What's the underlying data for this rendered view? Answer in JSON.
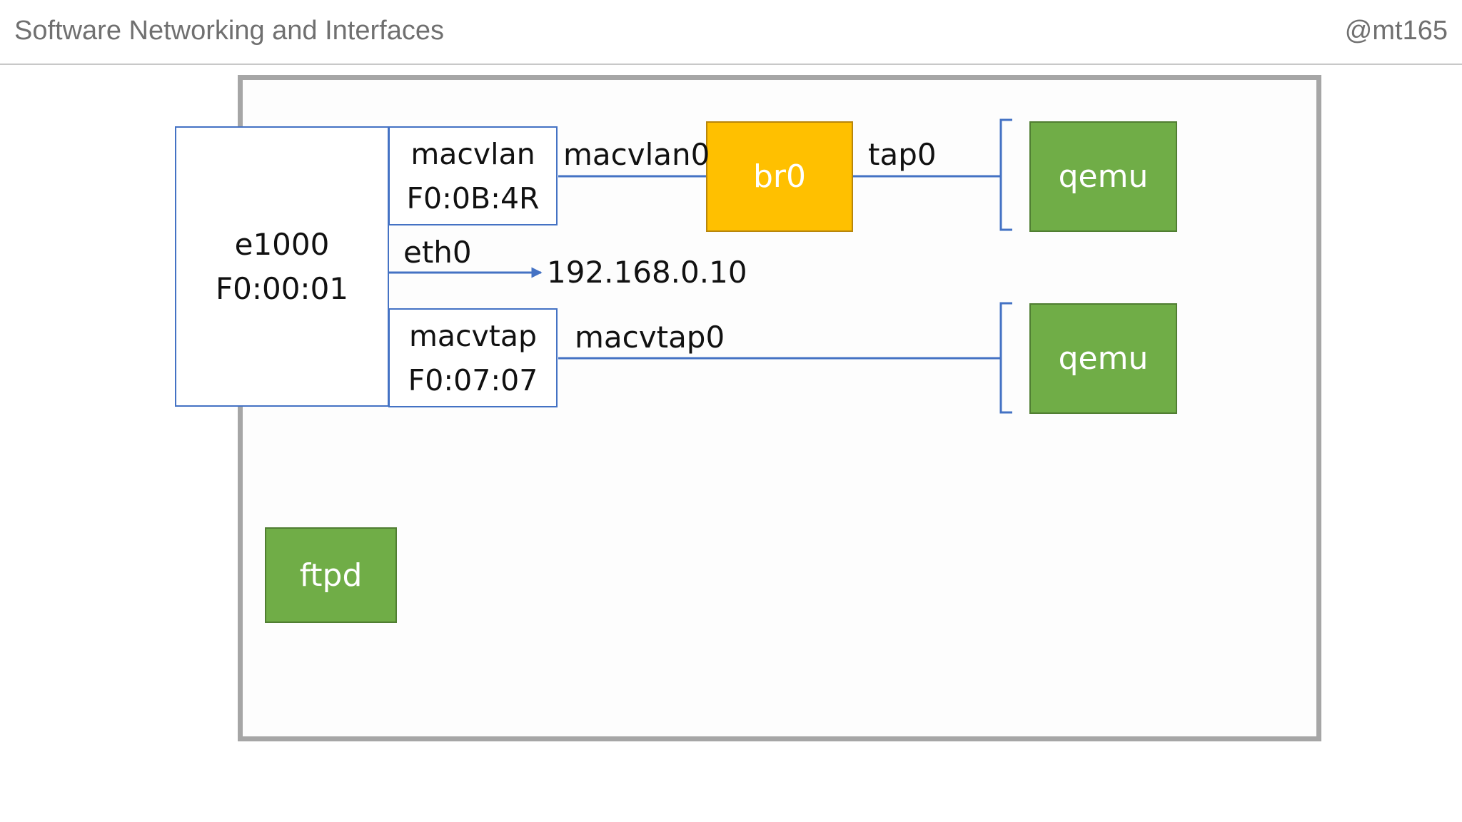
{
  "header": {
    "title": "Software Networking and Interfaces",
    "handle": "@mt165"
  },
  "nic": {
    "name": "e1000",
    "mac": "F0:00:01"
  },
  "macvlan": {
    "name": "macvlan",
    "mac": "F0:0B:4R",
    "link_label": "macvlan0"
  },
  "macvtap": {
    "name": "macvtap",
    "mac": "F0:07:07",
    "link_label": "macvtap0"
  },
  "eth0": {
    "label": "eth0",
    "ip": "192.168.0.10"
  },
  "bridge": {
    "name": "br0"
  },
  "tap": {
    "label": "tap0"
  },
  "vms": [
    {
      "name": "qemu"
    },
    {
      "name": "qemu"
    }
  ],
  "daemon": {
    "name": "ftpd"
  },
  "colors": {
    "line": "#4472c4",
    "bridge": "#ffc000",
    "process": "#70ad47",
    "frame": "#a6a6a6"
  }
}
